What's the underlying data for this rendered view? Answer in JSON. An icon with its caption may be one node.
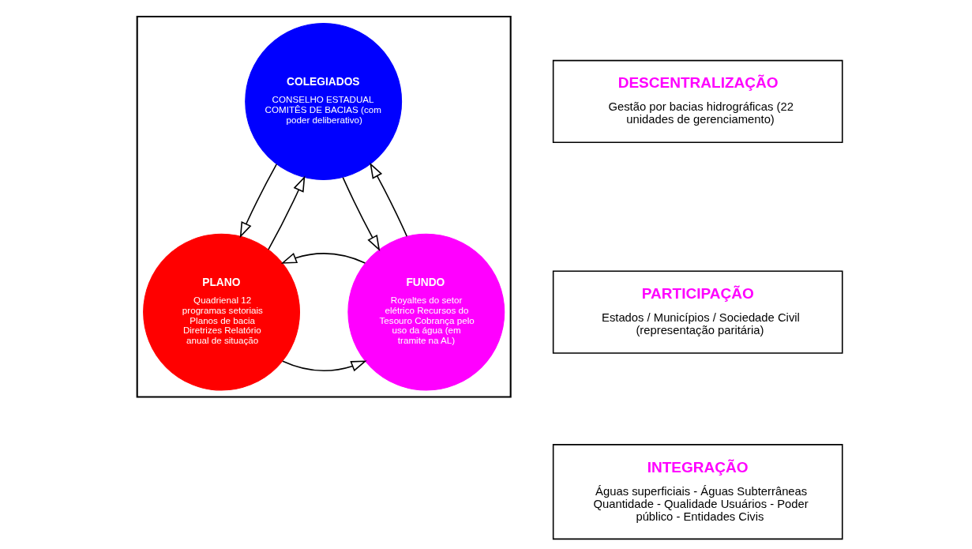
{
  "diagram": {
    "nodes": [
      {
        "text": [],
        "shape": "box"
      },
      {
        "text": [
          "COLEGIADOS",
          "CONSELHO ESTADUAL COMITÊS DE BACIAS (com poder deliberativo)"
        ],
        "in": 0
      },
      {
        "text": [
          "PLANO",
          "Quadrienal 12 programas setoriais Planos de bacia Diretrizes Relatório anual de situação"
        ],
        "in": 0
      },
      {
        "text": [
          "FUNDO",
          "Royaltes do setor elétrico Recursos do Tesouro Cobrança pelo uso da água (em tramite na AL)"
        ],
        "in": 0
      },
      {
        "text": [
          "DESCENTRALIZAÇÃO",
          "Gestão por bacias hidrográficas (22 unidades de gerenciamento)"
        ]
      },
      {
        "text": [
          "PARTICIPAÇÃO",
          "Estados / Municípios / Sociedade Civil (representação paritária)"
        ]
      },
      {
        "text": [
          "INTEGRAÇÃO",
          "Águas superficiais - Águas Subterrâneas Quantidade - Qualidade Usuários - Poder público - Entidades Civis"
        ]
      }
    ],
    "edges": [
      {
        "from": 2,
        "to": 1,
        "arrow": "to"
      },
      {
        "from": 1,
        "to": 2,
        "arrow": "to"
      },
      {
        "from": 3,
        "to": 1,
        "arrow": "to"
      },
      {
        "from": 1,
        "to": 3,
        "arrow": "to"
      },
      {
        "from": 2,
        "to": 3,
        "arrow": "to"
      },
      {
        "from": 3,
        "to": 2,
        "arrow": "to"
      }
    ]
  }
}
